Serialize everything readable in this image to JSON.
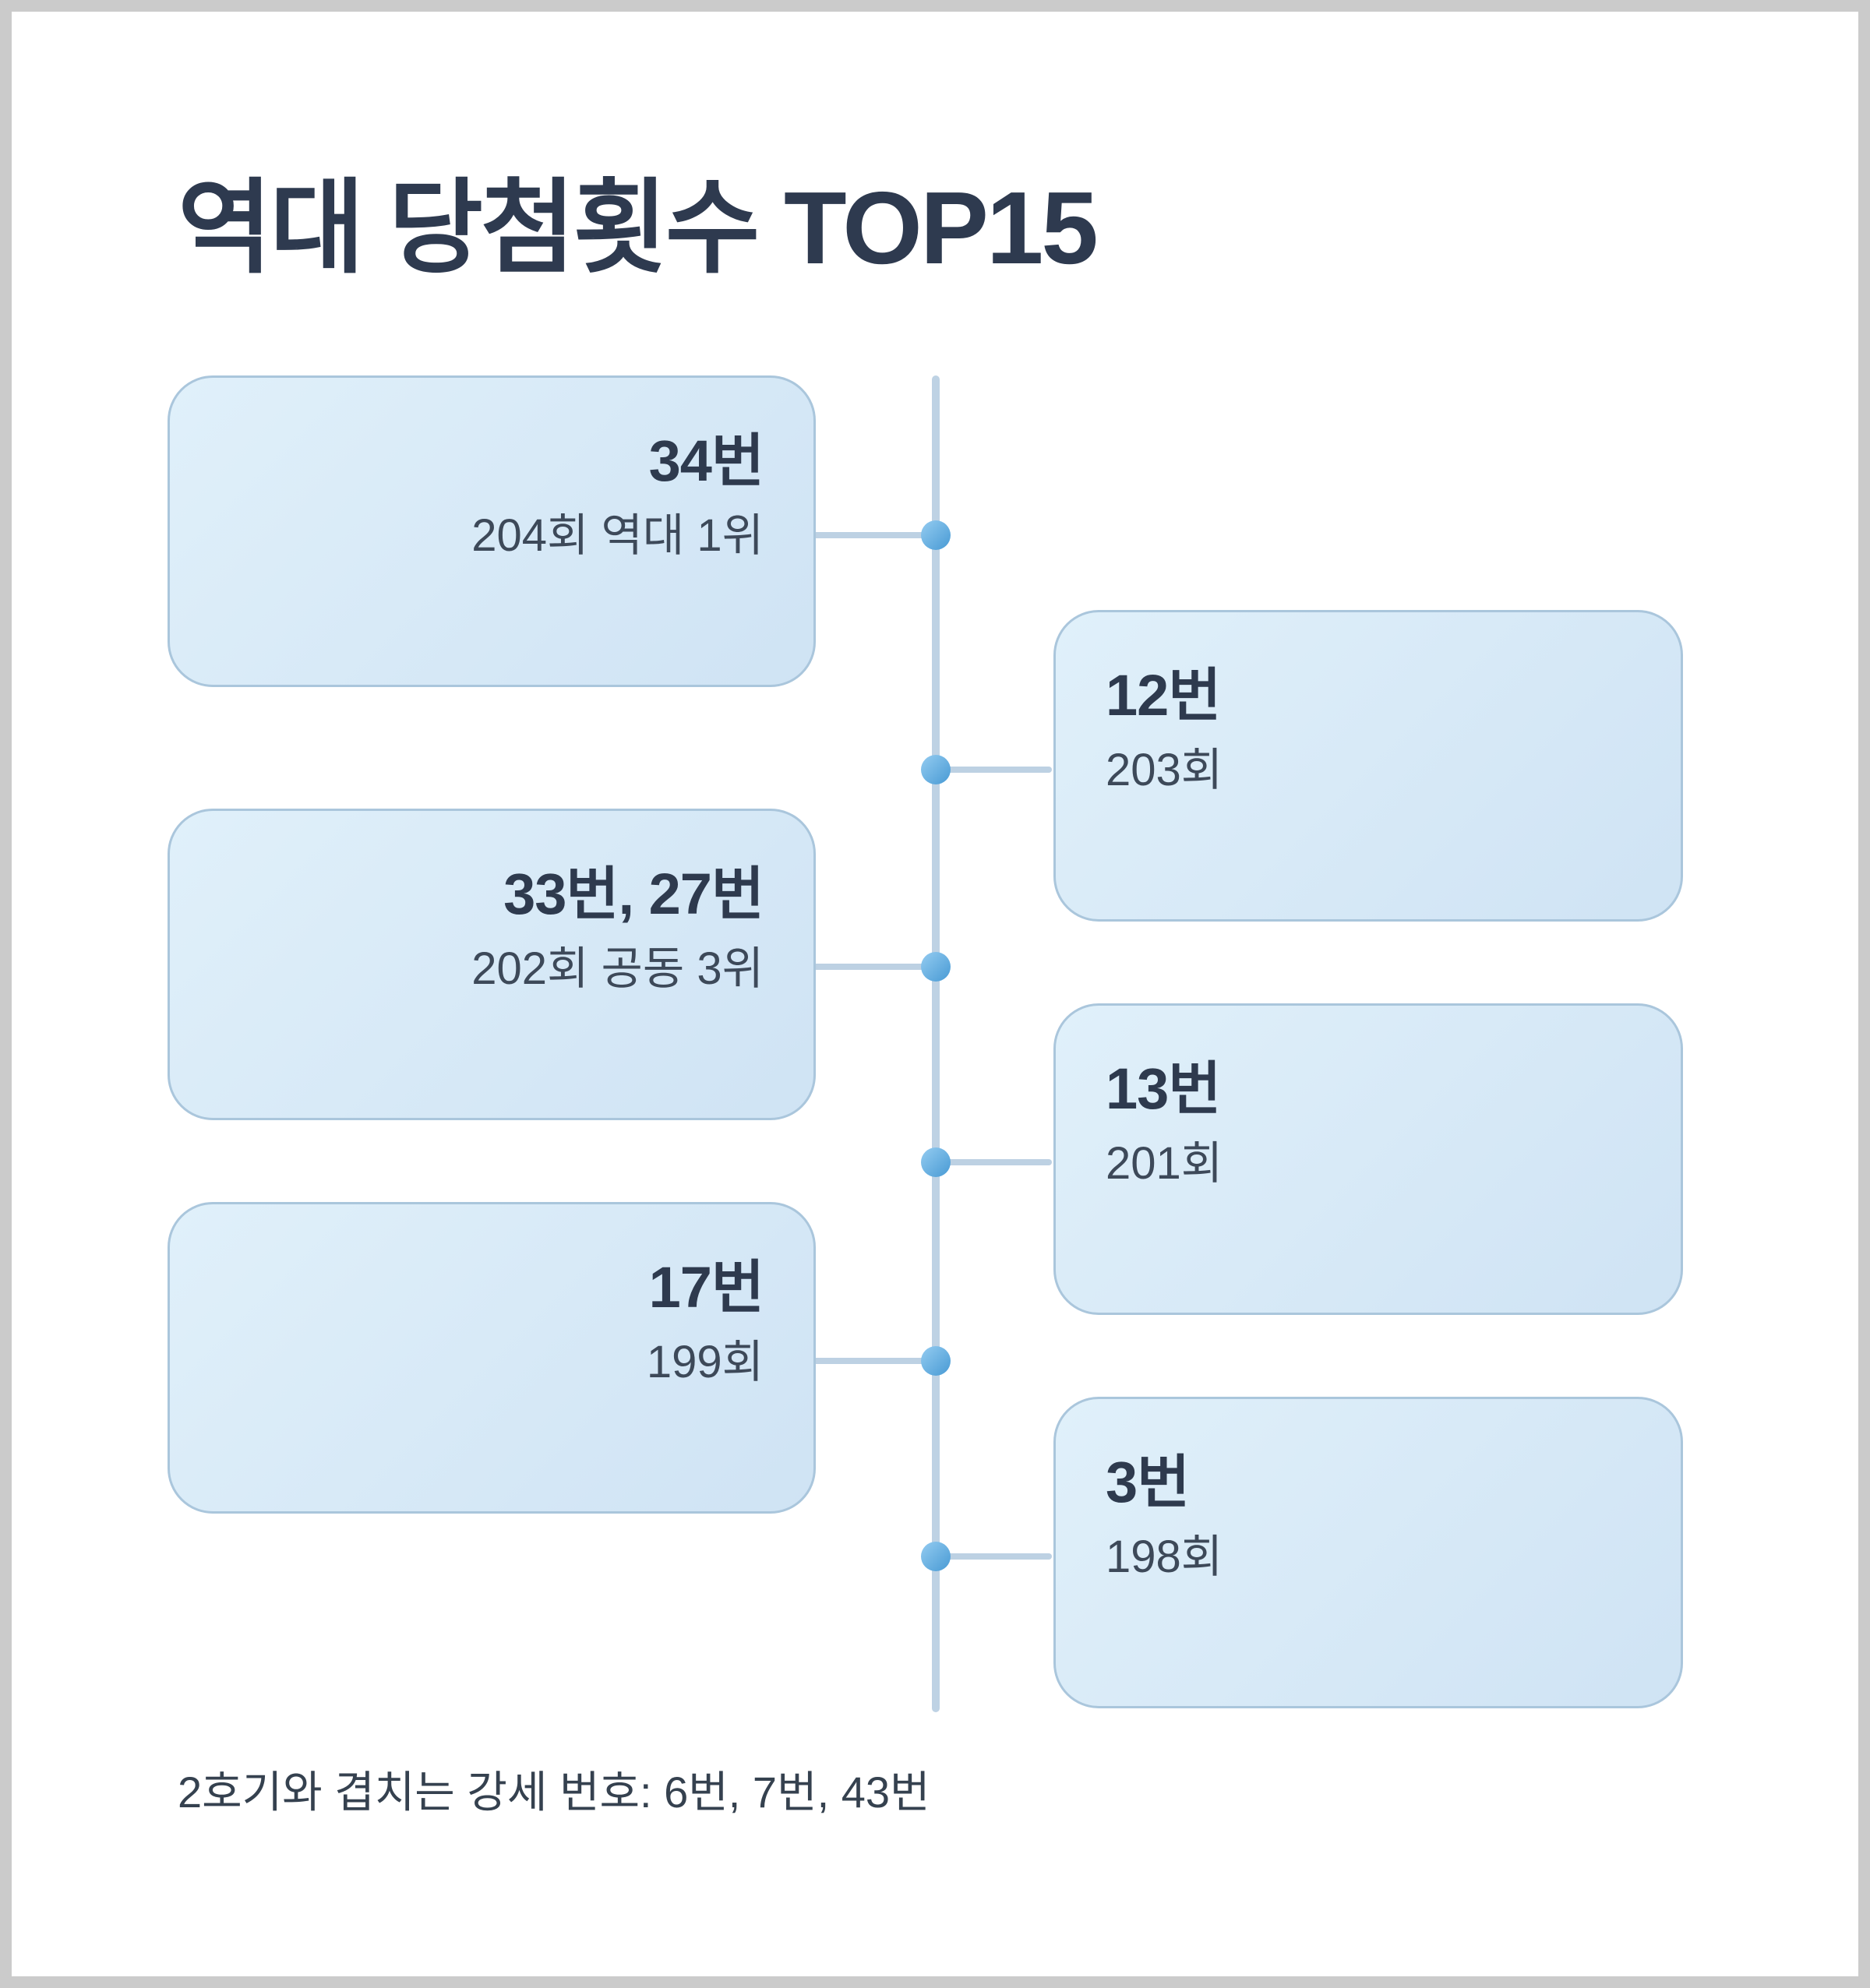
{
  "title": "역대 당첨횟수 TOP15",
  "footnote": "2호기와 겹치는 강세 번호: 6번, 7번, 43번",
  "cards": [
    {
      "number": "34번",
      "detail": "204회 역대 1위",
      "side": "left"
    },
    {
      "number": "12번",
      "detail": "203회",
      "side": "right"
    },
    {
      "number": "33번, 27번",
      "detail": "202회 공동 3위",
      "side": "left"
    },
    {
      "number": "13번",
      "detail": "201회",
      "side": "right"
    },
    {
      "number": "17번",
      "detail": "199회",
      "side": "left"
    },
    {
      "number": "3번",
      "detail": "198회",
      "side": "right"
    }
  ],
  "colors": {
    "frame": "#cbcbcb",
    "background": "#ffffff",
    "card_fill_start": "#e0f0fa",
    "card_fill_end": "#cfe3f4",
    "card_border": "#aac6dc",
    "timeline_line": "#bed2e4",
    "dot_start": "#8dc7ee",
    "dot_end": "#4f9fd7",
    "title_text": "#2e3a4f",
    "number_text": "#2e3a4e",
    "detail_text": "#3d4959"
  }
}
